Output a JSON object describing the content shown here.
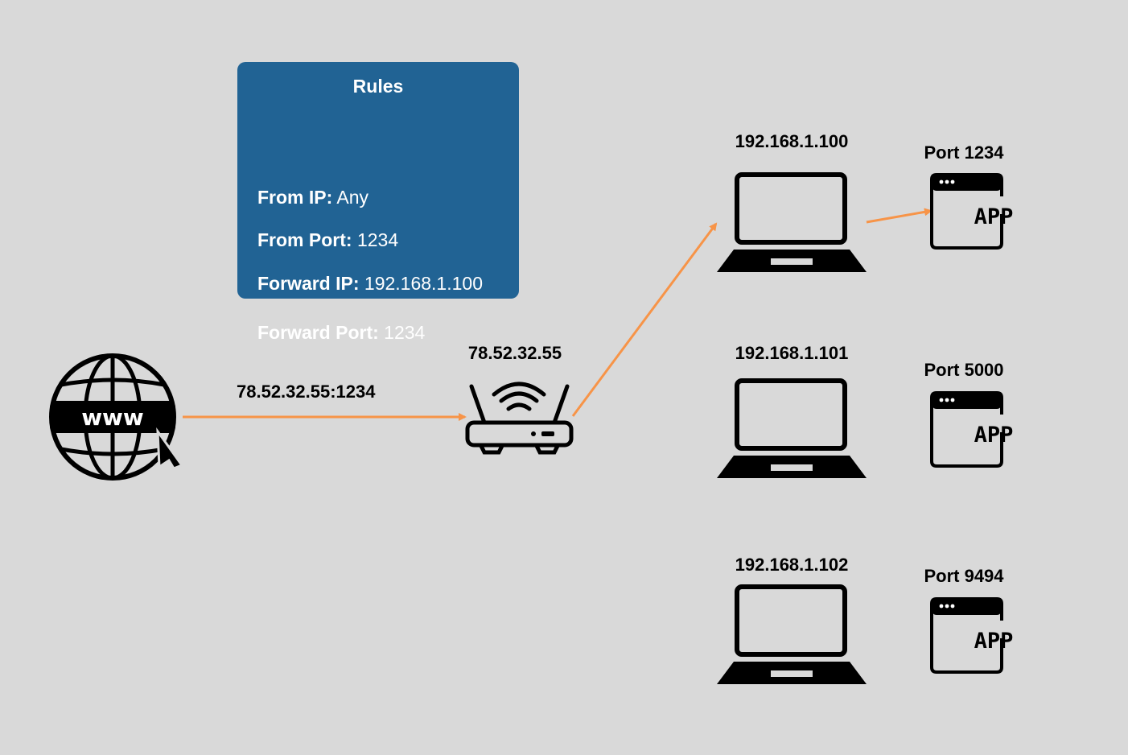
{
  "rules": {
    "title": "Rules",
    "items": [
      {
        "key": "From IP:",
        "value": "Any"
      },
      {
        "key": "From Port:",
        "value": "1234"
      },
      {
        "key": "Forward IP:",
        "value": "192.168.1.100"
      },
      {
        "key": "Forward Port:",
        "value": "1234"
      }
    ]
  },
  "internet": {
    "label": "www",
    "request_label": "78.52.32.55:1234"
  },
  "router": {
    "ip": "78.52.32.55"
  },
  "hosts": [
    {
      "ip": "192.168.1.100",
      "port_label": "Port 1234",
      "app_label": "APP"
    },
    {
      "ip": "192.168.1.101",
      "port_label": "Port 5000",
      "app_label": "APP"
    },
    {
      "ip": "192.168.1.102",
      "port_label": "Port 9494",
      "app_label": "APP"
    }
  ],
  "colors": {
    "background": "#d9d9d9",
    "rules_box": "#216394",
    "arrow": "#f79448",
    "icon": "#000000"
  }
}
